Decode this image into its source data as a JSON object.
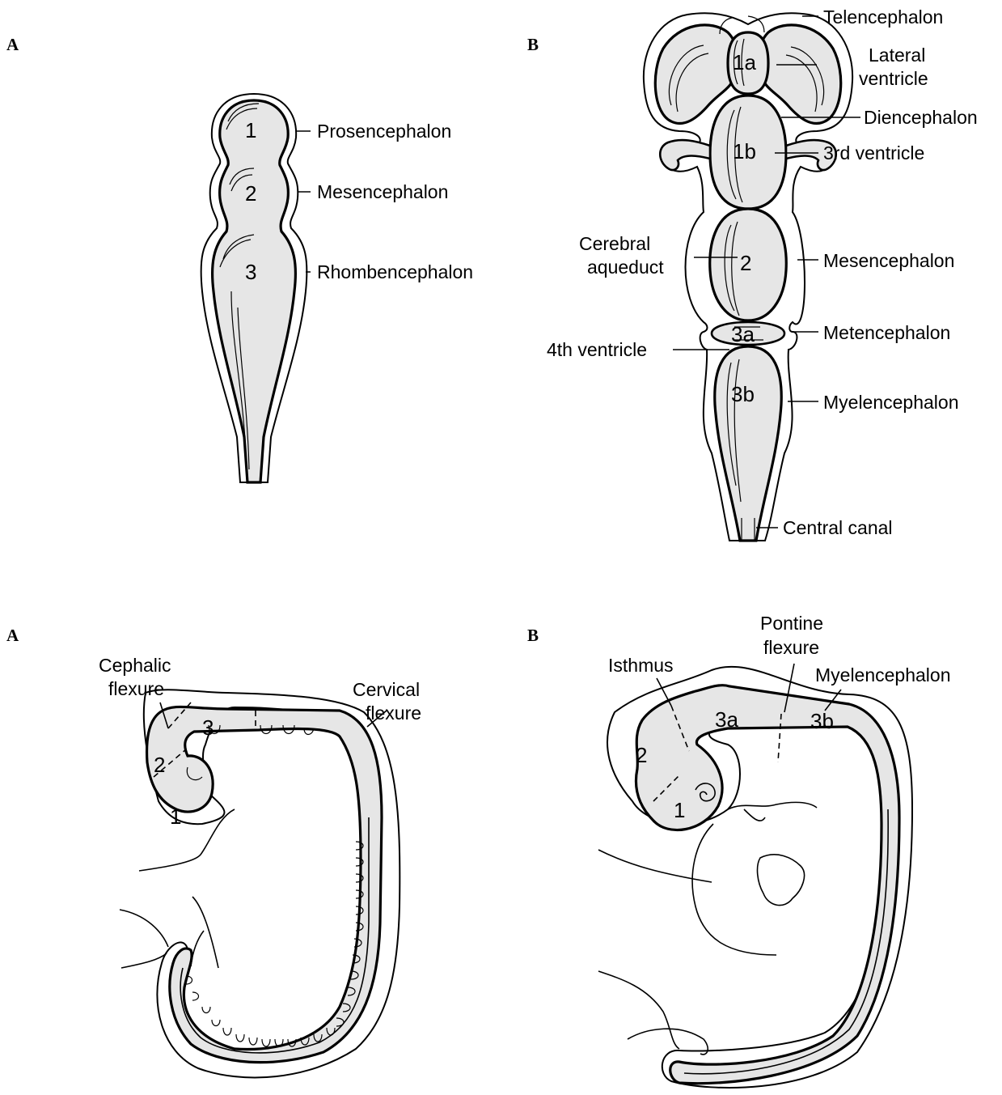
{
  "top_figure": {
    "panel_a": {
      "letter": "A",
      "numbers": [
        "1",
        "2",
        "3"
      ],
      "labels": [
        "Prosencephalon",
        "Mesencephalon",
        "Rhombencephalon"
      ]
    },
    "panel_b": {
      "letter": "B",
      "numbers": [
        "1a",
        "1b",
        "2",
        "3a",
        "3b"
      ],
      "labels_right": {
        "telencephalon": "Telencephalon",
        "lateral_ventricle_1": "Lateral",
        "lateral_ventricle_2": "ventricle",
        "diencephalon": "Diencephalon",
        "third_ventricle": "3rd ventricle",
        "mesencephalon": "Mesencephalon",
        "metencephalon": "Metencephalon",
        "myelencephalon": "Myelencephalon",
        "central_canal": "Central canal"
      },
      "labels_left": {
        "cerebral_aqueduct_1": "Cerebral",
        "cerebral_aqueduct_2": "aqueduct",
        "fourth_ventricle": "4th ventricle"
      }
    }
  },
  "bottom_figure": {
    "panel_a": {
      "letter": "A",
      "numbers": [
        "1",
        "2",
        "3"
      ],
      "cephalic_1": "Cephalic",
      "cephalic_2": "flexure",
      "cervical_1": "Cervical",
      "cervical_2": "flexure"
    },
    "panel_b": {
      "letter": "B",
      "numbers": [
        "1",
        "2",
        "3a",
        "3b"
      ],
      "isthmus": "Isthmus",
      "pontine_1": "Pontine",
      "pontine_2": "flexure",
      "myelencephalon": "Myelencephalon"
    }
  }
}
